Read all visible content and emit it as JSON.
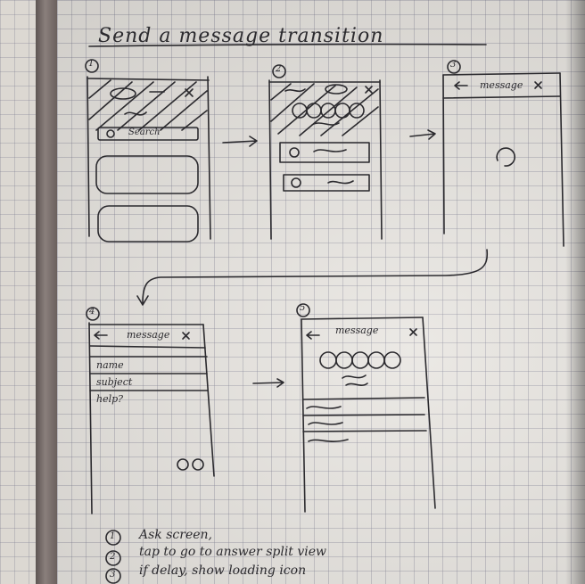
{
  "title": "Send a message transition",
  "frames": [
    {
      "number": "1",
      "search_label": "Search"
    },
    {
      "number": "2"
    },
    {
      "number": "3",
      "header_title": "message"
    },
    {
      "number": "4",
      "header_title": "message",
      "fields": [
        "name",
        "subject",
        "help?"
      ]
    },
    {
      "number": "5",
      "header_title": "message"
    }
  ],
  "notes": [
    {
      "number": "1",
      "text": "Ask screen,"
    },
    {
      "number": "2",
      "text": "tap to go to answer split view"
    },
    {
      "number": "3",
      "text": "if delay, show loading icon"
    }
  ],
  "colors": {
    "ink": "#2b2a2e",
    "paper": "#e7e4df",
    "spine": "#6a605d"
  }
}
